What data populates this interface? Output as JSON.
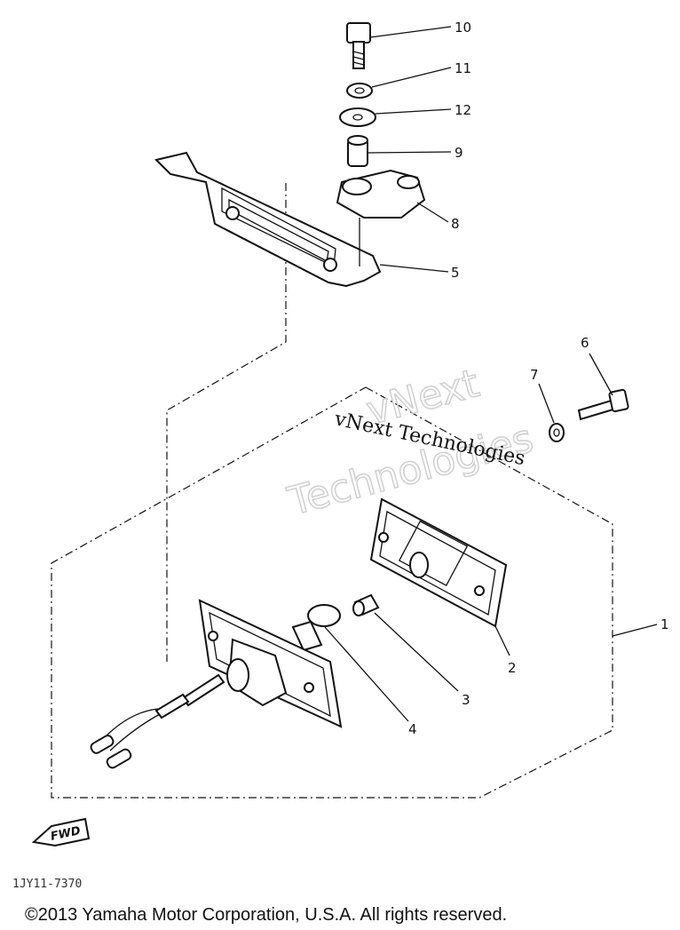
{
  "callouts": [
    "1",
    "2",
    "3",
    "4",
    "5",
    "6",
    "7",
    "8",
    "9",
    "10",
    "11",
    "12"
  ],
  "watermark": {
    "line1": "vNext Technologies",
    "line2a": "vNext",
    "line2b": "Technologies"
  },
  "fwd_label": "FWD",
  "drawing_code": "1JY11-7370",
  "copyright": "©2013 Yamaha Motor Corporation, U.S.A. All rights reserved."
}
